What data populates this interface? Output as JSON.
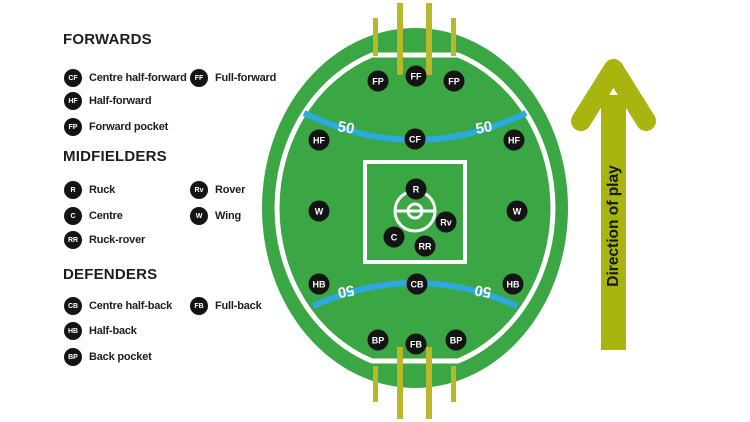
{
  "legend": {
    "forwards": {
      "title": "FORWARDS",
      "items": [
        {
          "abbr": "CF",
          "label": "Centre half-forward"
        },
        {
          "abbr": "FF",
          "label": "Full-forward"
        },
        {
          "abbr": "HF",
          "label": "Half-forward"
        },
        {
          "abbr": "FP",
          "label": "Forward pocket"
        }
      ]
    },
    "midfielders": {
      "title": "MIDFIELDERS",
      "items": [
        {
          "abbr": "R",
          "label": "Ruck"
        },
        {
          "abbr": "Rv",
          "label": "Rover"
        },
        {
          "abbr": "C",
          "label": "Centre"
        },
        {
          "abbr": "W",
          "label": "Wing"
        },
        {
          "abbr": "RR",
          "label": "Ruck-rover"
        }
      ]
    },
    "defenders": {
      "title": "DEFENDERS",
      "items": [
        {
          "abbr": "CB",
          "label": "Centre half-back"
        },
        {
          "abbr": "FB",
          "label": "Full-back"
        },
        {
          "abbr": "HB",
          "label": "Half-back"
        },
        {
          "abbr": "BP",
          "label": "Back pocket"
        }
      ]
    }
  },
  "field": {
    "fifty": "50",
    "markers": {
      "fp_left": "FP",
      "ff": "FF",
      "fp_right": "FP",
      "hf_left": "HF",
      "cf": "CF",
      "hf_right": "HF",
      "w_left": "W",
      "r": "R",
      "rv": "Rv",
      "c": "C",
      "rr": "RR",
      "w_right": "W",
      "hb_left": "HB",
      "cb": "CB",
      "hb_right": "HB",
      "bp_left": "BP",
      "fb": "FB",
      "bp_right": "BP"
    }
  },
  "arrow": {
    "label": "Direction of play"
  },
  "colors": {
    "field_green": "#3aa644",
    "arc_blue": "#2baadf",
    "post_olive": "#b9b82b",
    "arrow_olive": "#a9b40e",
    "marker_black": "#141414",
    "text_black": "#1d1d1b"
  }
}
